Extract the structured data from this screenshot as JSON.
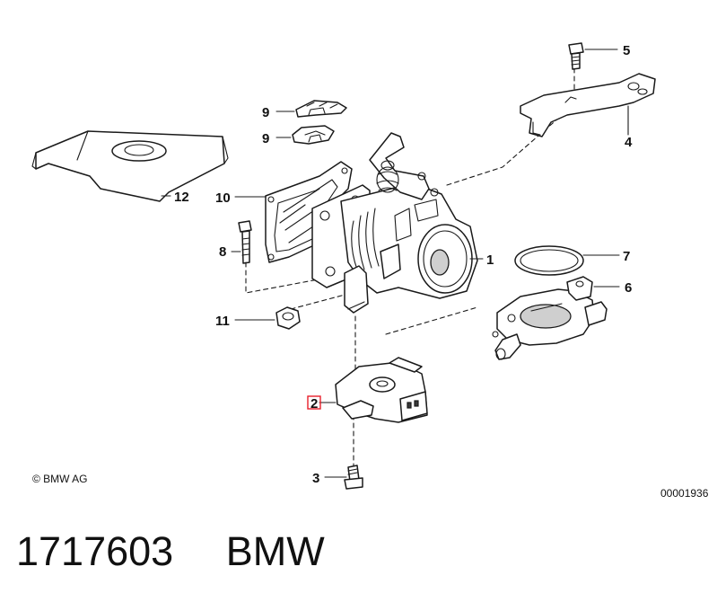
{
  "diagram": {
    "callouts": {
      "c1": "1",
      "c2": "2",
      "c3": "3",
      "c4": "4",
      "c5": "5",
      "c6": "6",
      "c7": "7",
      "c8": "8",
      "c9a": "9",
      "c9b": "9",
      "c10": "10",
      "c11": "11",
      "c12": "12"
    },
    "copyright": "© BMW AG",
    "drawing_code": "00001936",
    "highlight_color": "#e8202a"
  },
  "footer": {
    "part_number": "1717603",
    "brand": "BMW"
  }
}
